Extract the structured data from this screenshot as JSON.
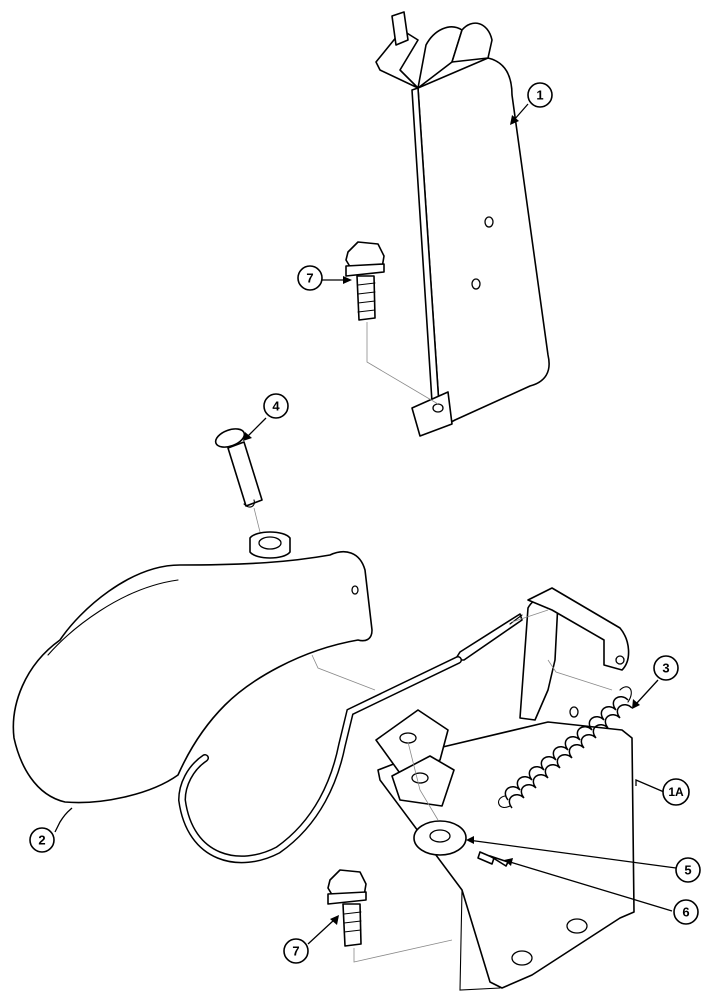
{
  "callouts": {
    "c1": "1",
    "c1a": "1A",
    "c2": "2",
    "c3": "3",
    "c4": "4",
    "c5": "5",
    "c6": "6",
    "c7_top": "7",
    "c7_bottom": "7"
  },
  "colors": {
    "line": "#000000",
    "guide": "#8a8a8a",
    "background": "#ffffff"
  }
}
